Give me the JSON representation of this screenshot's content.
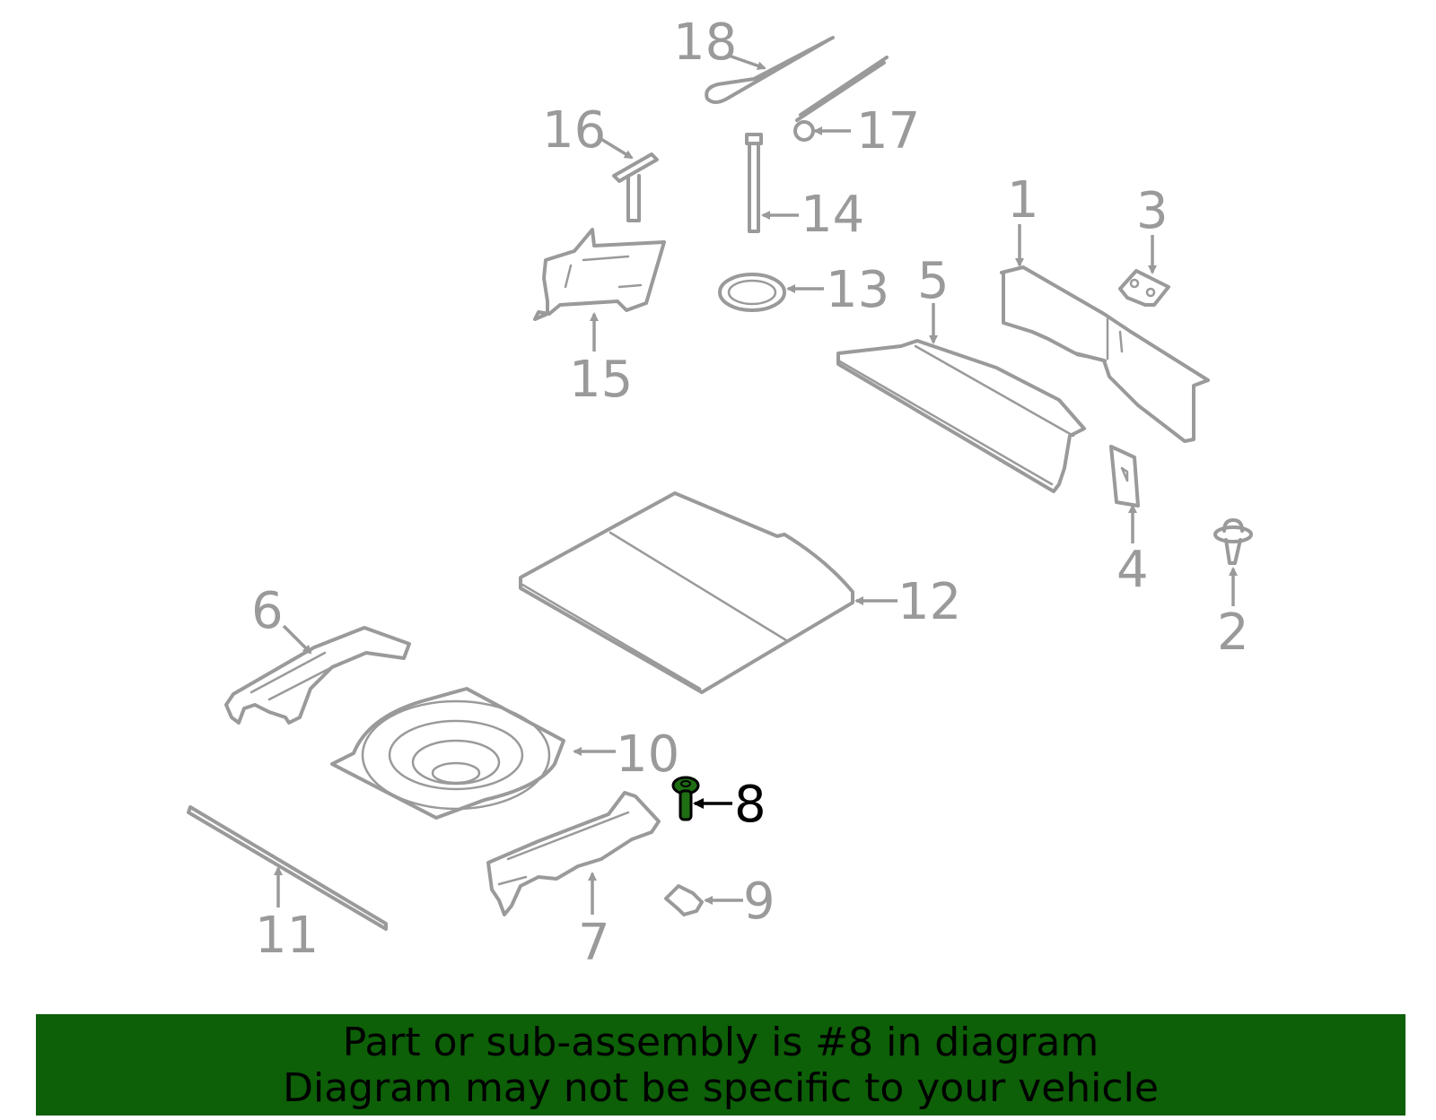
{
  "colors": {
    "part_stroke": "#9a9a9a",
    "highlight_fill": "#1f6e14",
    "banner_bg": "#0d5f08",
    "text": "#000000"
  },
  "callouts": {
    "c1": "1",
    "c2": "2",
    "c3": "3",
    "c4": "4",
    "c5": "5",
    "c6": "6",
    "c7": "7",
    "c8": "8",
    "c9": "9",
    "c10": "10",
    "c11": "11",
    "c12": "12",
    "c13": "13",
    "c14": "14",
    "c15": "15",
    "c16": "16",
    "c17": "17",
    "c18": "18"
  },
  "highlighted_part": "8",
  "banner": {
    "line1": "Part or sub-assembly is #8 in diagram",
    "line2": "Diagram may not be specific to your vehicle"
  }
}
